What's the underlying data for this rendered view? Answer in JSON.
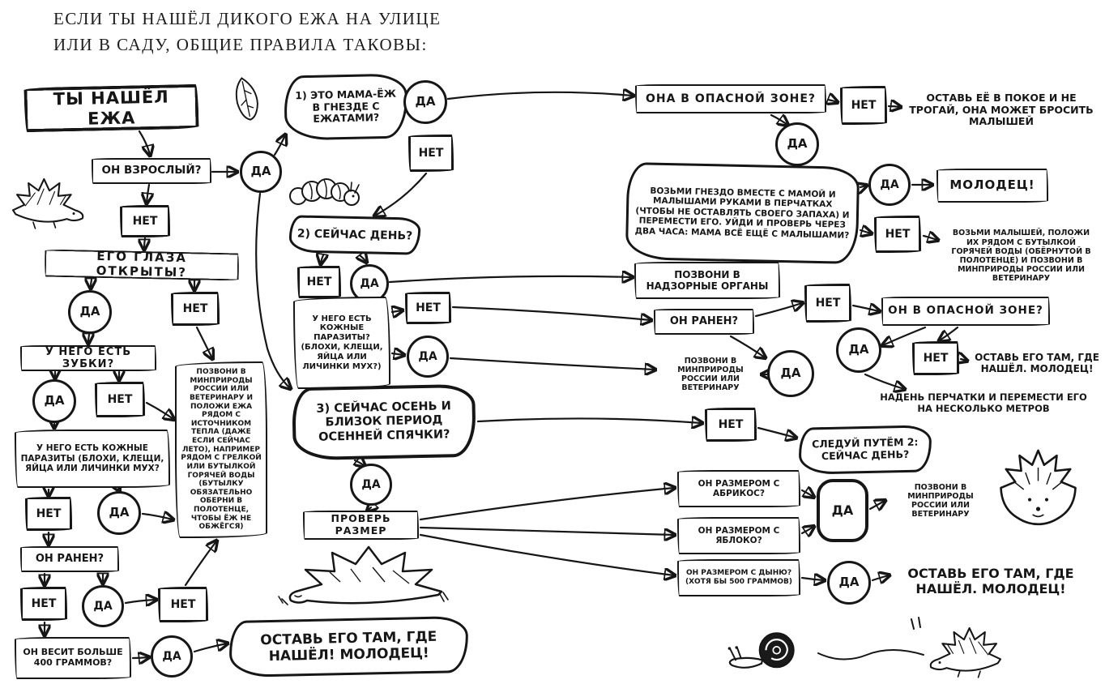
{
  "colors": {
    "ink": "#161616",
    "paper": "#ffffff"
  },
  "title": {
    "line1": "ЕСЛИ ТЫ НАШЁЛ ДИКОГО ЕЖА НА УЛИЦЕ",
    "line2": "ИЛИ В САДУ, ОБЩИЕ ПРАВИЛА ТАКОВЫ:"
  },
  "labels": {
    "yes": "ДА",
    "no": "НЕТ"
  },
  "nodes": {
    "start": "ТЫ НАШЁЛ ЕЖА",
    "adult": "ОН ВЗРОСЛЫЙ?",
    "eyes_open": "ЕГО ГЛАЗА ОТКРЫТЫ?",
    "teeth": "У НЕГО ЕСТЬ ЗУБКИ?",
    "parasites_left": "У НЕГО ЕСТЬ КОЖНЫЕ ПАРАЗИТЫ (БЛОХИ, КЛЕЩИ, ЯЙЦА ИЛИ ЛИЧИНКИ МУХ?",
    "wounded_left": "ОН РАНЕН?",
    "weight": "ОН ВЕСИТ БОЛЬШЕ 400 ГРАММОВ?",
    "leave_found_left": "ОСТАВЬ ЕГО ТАМ, ГДЕ НАШЁЛ! МОЛОДЕЦ!",
    "call_warm": "ПОЗВОНИ В МИНПРИРОДЫ РОССИИ ИЛИ ВЕТЕРИНАРУ И ПОЛОЖИ ЕЖА РЯДОМ С ИСТОЧНИКОМ ТЕПЛА (ДАЖЕ ЕСЛИ СЕЙЧАС ЛЕТО), НАПРИМЕР РЯДОМ С ГРЕЛКОЙ ИЛИ БУТЫЛКОЙ ГОРЯЧЕЙ ВОДЫ (БУТЫЛКУ ОБЯЗАТЕЛЬНО ОБЕРНИ В ПОЛОТЕНЦЕ, ЧТОБЫ ЁЖ НЕ ОБЖЁГСЯ)",
    "q1_mama": "1) ЭТО МАМА-ЁЖ В ГНЕЗДЕ С ЕЖАТАМИ?",
    "q2_day": "2) СЕЙЧАС ДЕНЬ?",
    "parasites_mid": "У НЕГО ЕСТЬ КОЖНЫЕ ПАРАЗИТЫ? (БЛОХИ, КЛЕЩИ, ЯЙЦА ИЛИ ЛИЧИНКИ МУХ?)",
    "q3_autumn": "3) СЕЙЧАС ОСЕНЬ И БЛИЗОК ПЕРИОД ОСЕННЕЙ СПЯЧКИ?",
    "check_size": "ПРОВЕРЬ РАЗМЕР",
    "danger_zone_her": "ОНА В ОПАСНОЙ ЗОНЕ?",
    "leave_her": "ОСТАВЬ ЕЁ В ПОКОЕ И НЕ ТРОГАЙ, ОНА МОЖЕТ БРОСИТЬ МАЛЫШЕЙ",
    "take_nest": "ВОЗЬМИ ГНЕЗДО ВМЕСТЕ С МАМОЙ И МАЛЫШАМИ РУКАМИ В ПЕРЧАТКАХ (ЧТОБЫ НЕ ОСТАВЛЯТЬ СВОЕГО ЗАПАХА) И ПЕРЕМЕСТИ ЕГО. УЙДИ И ПРОВЕРЬ ЧЕРЕЗ ДВА ЧАСА: МАМА ВСЁ ЕЩЁ С МАЛЫШАМИ?",
    "well_done": "МОЛОДЕЦ!",
    "take_babies": "ВОЗЬМИ МАЛЫШЕЙ, ПОЛОЖИ ИХ РЯДОМ С БУТЫЛКОЙ ГОРЯЧЕЙ ВОДЫ (ОБЁРНУТОЙ В ПОЛОТЕНЦЕ) И ПОЗВОНИ В МИНПРИРОДЫ РОССИИ ИЛИ ВЕТЕРИНАРУ",
    "call_authorities": "ПОЗВОНИ В НАДЗОРНЫЕ ОРГАНЫ",
    "wounded_mid": "ОН РАНЕН?",
    "call_ministry_1": "ПОЗВОНИ В МИНПРИРОДЫ РОССИИ ИЛИ ВЕТЕРИНАРУ",
    "danger_zone_him": "ОН В ОПАСНОЙ ЗОНЕ?",
    "leave_found_mid": "ОСТАВЬ ЕГО ТАМ, ГДЕ НАШЁЛ. МОЛОДЕЦ!",
    "gloves_move": "НАДЕНЬ ПЕРЧАТКИ И ПЕРЕМЕСТИ ЕГО НА НЕСКОЛЬКО МЕТРОВ",
    "follow_path2": "СЛЕДУЙ ПУТЁМ 2: СЕЙЧАС ДЕНЬ?",
    "size_apricot": "ОН РАЗМЕРОМ С АБРИКОС?",
    "size_apple": "ОН РАЗМЕРОМ С ЯБЛОКО?",
    "size_melon": "ОН РАЗМЕРОМ С ДЫНЮ? (ХОТЯ БЫ 500 ГРАММОВ)",
    "call_ministry_2": "ПОЗВОНИ В МИНПРИРОДЫ РОССИИ ИЛИ ВЕТЕРИНАРУ",
    "leave_found_right": "ОСТАВЬ ЕГО ТАМ, ГДЕ НАШЁЛ. МОЛОДЕЦ!"
  },
  "decorations": [
    "hedgehog-side",
    "leaf",
    "caterpillar",
    "sleeping-hedgehog",
    "hedgehog-front",
    "snail",
    "hedgehog-small"
  ]
}
